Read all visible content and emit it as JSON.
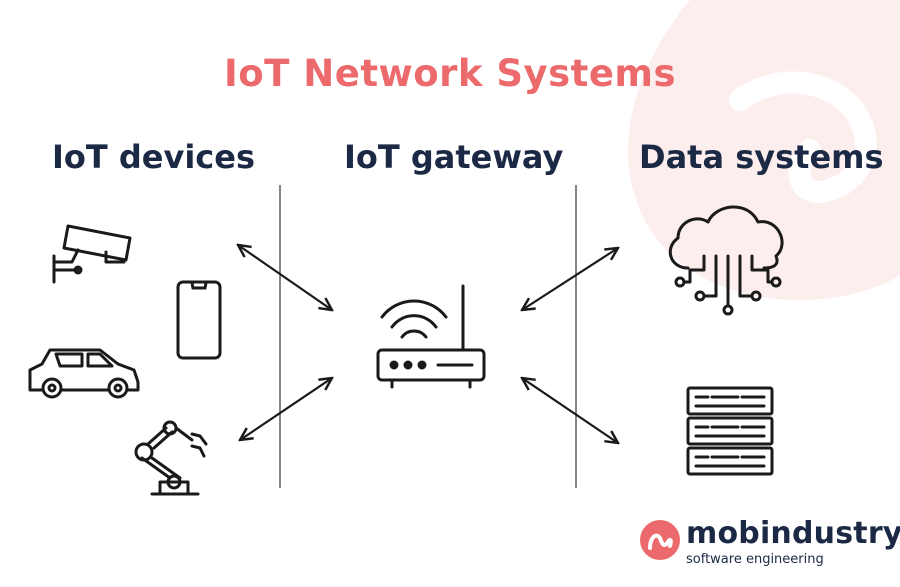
{
  "diagram": {
    "title": "IoT Network Systems",
    "columns": {
      "devices": "IoT devices",
      "gateway": "IoT gateway",
      "data": "Data systems"
    }
  },
  "devices": [
    "security-camera-icon",
    "smartphone-icon",
    "car-icon",
    "robot-arm-icon"
  ],
  "gateway": [
    "wifi-router-icon"
  ],
  "data_systems": [
    "cloud-icon",
    "server-rack-icon"
  ],
  "connections": [
    "two-way",
    "two-way",
    "two-way",
    "two-way"
  ],
  "brand": {
    "name": "mobindustry",
    "tagline": "software engineering"
  },
  "colors": {
    "title": "#ec6a6c",
    "heading": "#1b2945",
    "icon_stroke": "#1a1a1a",
    "accent_bg": "#fdeeee"
  }
}
